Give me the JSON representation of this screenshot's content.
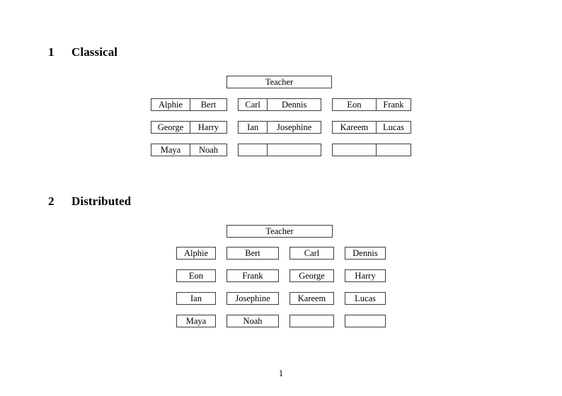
{
  "document": {
    "page_number": "1"
  },
  "sections": [
    {
      "number": "1",
      "title": "Classical",
      "root": {
        "label": "Teacher"
      },
      "groups": [
        {
          "rows": [
            {
              "cells": [
                "Alphie",
                "Bert"
              ]
            },
            {
              "cells": [
                "George",
                "Harry"
              ]
            },
            {
              "cells": [
                "Maya",
                "Noah"
              ]
            }
          ]
        },
        {
          "rows": [
            {
              "cells": [
                "Carl",
                "Dennis"
              ]
            },
            {
              "cells": [
                "Ian",
                "Josephine"
              ]
            },
            {
              "cells": [
                "",
                ""
              ]
            }
          ]
        },
        {
          "rows": [
            {
              "cells": [
                "Eon",
                "Frank"
              ]
            },
            {
              "cells": [
                "Kareem",
                "Lucas"
              ]
            },
            {
              "cells": [
                "",
                ""
              ]
            }
          ]
        }
      ]
    },
    {
      "number": "2",
      "title": "Distributed",
      "root": {
        "label": "Teacher"
      },
      "rows": [
        {
          "cells": [
            "Alphie",
            "Bert",
            "Carl",
            "Dennis"
          ]
        },
        {
          "cells": [
            "Eon",
            "Frank",
            "George",
            "Harry"
          ]
        },
        {
          "cells": [
            "Ian",
            "Josephine",
            "Kareem",
            "Lucas"
          ]
        },
        {
          "cells": [
            "Maya",
            "Noah",
            "",
            ""
          ]
        }
      ]
    }
  ]
}
